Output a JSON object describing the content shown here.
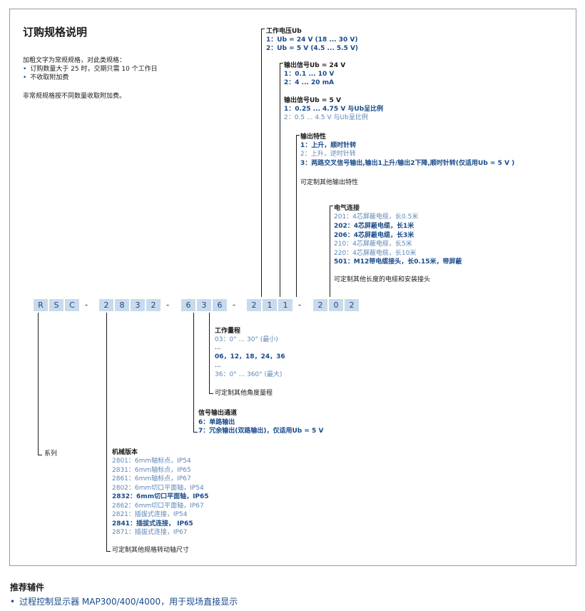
{
  "title": "订购规格说明",
  "intro": {
    "line1": "加粗文字为常规规格，对此类规格：",
    "bullets": [
      "订购数量大于 25 时，交期只需 10 个工作日",
      "不收取附加费"
    ],
    "note": "非常规规格按不同数量收取附加费。"
  },
  "code": {
    "chars": [
      "R",
      "S",
      "C",
      "-",
      "2",
      "8",
      "3",
      "2",
      "-",
      "6",
      "3",
      "6",
      "-",
      "2",
      "1",
      "1",
      "-",
      "2",
      "0",
      "2"
    ]
  },
  "supply": {
    "heading": "工作电压Ub",
    "opt1": "1：Ub = 24 V (18 ... 30 V)",
    "opt2": "2：Ub =  5 V (4.5 ... 5.5 V)"
  },
  "out24": {
    "heading": "输出信号Ub = 24 V",
    "opt1": "1：0.1 ... 10 V",
    "opt2": "2：4 ... 20 mA"
  },
  "out5": {
    "heading": "输出信号Ub = 5 V",
    "opt1": "1：0.25 ... 4.75 V 与Ub呈比例",
    "opt2": "2：0.5 ... 4.5 V 与Ub呈比例"
  },
  "char": {
    "heading": "输出特性",
    "opt1": "1：上升，顺时针转",
    "opt2": "2：上升，逆时针转",
    "opt3": "3：两路交叉信号输出,输出1上升/输出2下降,顺时针转(仅适用Ub = 5 V )",
    "note": "可定制其他输出特性"
  },
  "elec": {
    "heading": "电气连接",
    "items": [
      "201：4芯屏蔽电缆，长0.5米",
      "202：4芯屏蔽电缆，长1米",
      "206：4芯屏蔽电缆，长3米",
      "210：4芯屏蔽电缆，长5米",
      "220：4芯屏蔽电缆，长10米",
      "501：M12带电缆接头，长0.15米，带屏蔽"
    ],
    "note": "可定制其他长度的电缆和安装接头"
  },
  "range": {
    "heading": "工作量程",
    "first": "03：0° ... 30° (最小)",
    "dots1": "...",
    "common": "06，12，18，24，36",
    "dots2": "...",
    "last": "36：0° ... 360° (最大)",
    "note": "可定制其他角度量程"
  },
  "channel": {
    "heading": "信号输出通道",
    "opt6": "6：单路输出",
    "opt7": "7：冗余输出(双路输出)，仅适用Ub = 5 V"
  },
  "series": {
    "label": "系列"
  },
  "mech": {
    "heading": "机械版本",
    "items": [
      "2801：6mm轴标点，IP54",
      "2831：6mm轴标点，IP65",
      "2861：6mm轴标点，IP67",
      "2802：6mm切口平面轴，IP54",
      "2832：6mm切口平面轴，IP65",
      "2862：6mm切口平面轴，IP67",
      "2821：插拔式连接，IP54",
      "2841：插拔式连接， IP65",
      "2871：插拔式连接，IP67"
    ],
    "note": "可定制其他规格转动轴尺寸"
  },
  "accessories": {
    "heading": "推荐辅件",
    "item": "过程控制显示器 MAP300/400/4000，用于现场直接显示"
  },
  "colors": {
    "accent": "#174a8b",
    "light_accent": "#5d87b8",
    "code_box": "#c9daec"
  }
}
